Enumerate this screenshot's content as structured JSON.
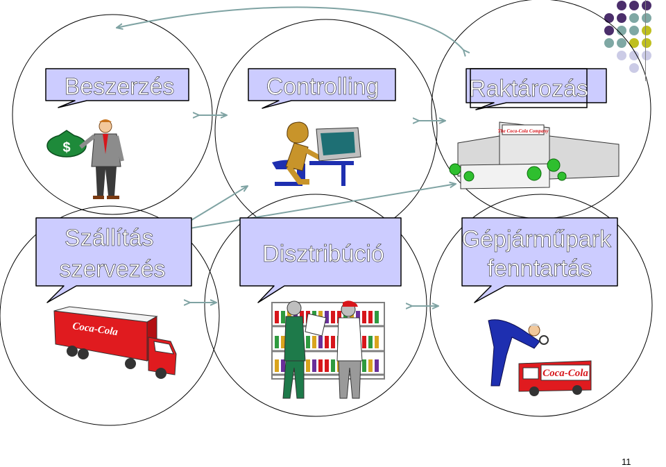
{
  "nodes": [
    {
      "id": "beszerzes",
      "lines": [
        "Beszerzés"
      ]
    },
    {
      "id": "controlling",
      "lines": [
        "Controlling"
      ]
    },
    {
      "id": "raktarozas",
      "lines": [
        "Raktározás"
      ]
    },
    {
      "id": "szallitas",
      "lines": [
        "Szállítás",
        "szervezés"
      ]
    },
    {
      "id": "disztribucio",
      "lines": [
        "Disztribúció"
      ]
    },
    {
      "id": "gepjarmu",
      "lines": [
        "Gépjárműpark",
        "fenntartás"
      ]
    }
  ],
  "logos": {
    "warehouse_sign": "The Coca-Cola Company",
    "truck": "Coca-Cola",
    "van": "Coca-Cola"
  },
  "icons": [
    "money-bag-icon",
    "businessman-icon",
    "computer-user-icon",
    "warehouse-icon",
    "truck-icon",
    "shelf-shoppers-icon",
    "mechanic-icon"
  ],
  "colors": {
    "bubble_fill": "#ccccff",
    "arrow": "#7fa3a3",
    "coke_red": "#d7161b",
    "dot_purple": "#4b2e6b",
    "dot_teal": "#7fa8a4",
    "dot_olive": "#bfbf1f",
    "dot_lavender": "#cbcbe6"
  },
  "page_number": "11"
}
